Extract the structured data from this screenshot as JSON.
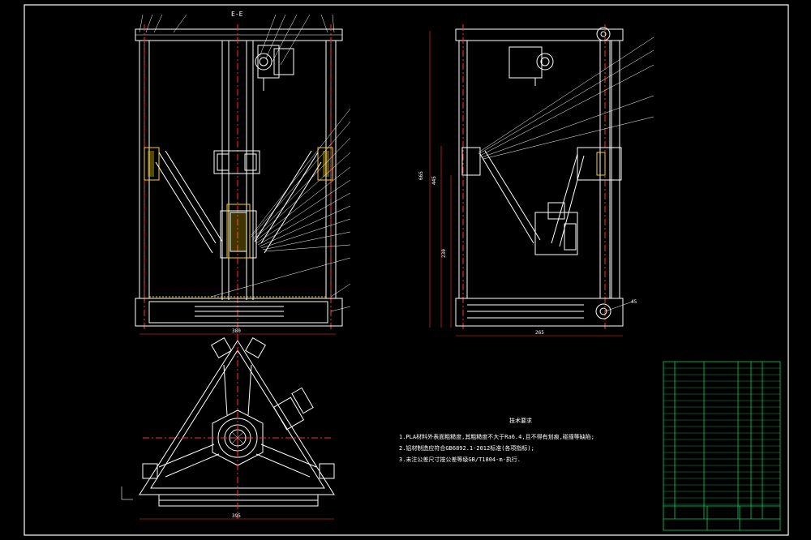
{
  "drawing": {
    "section_label": "E-E",
    "dimensions": {
      "front_width": "380",
      "side_width": "265",
      "top_width": "395",
      "height_total": "665",
      "height_upper": "445",
      "height_lower": "230",
      "angle": "45"
    },
    "tech_requirements": {
      "heading": "技术要求",
      "items": [
        "1.PLA材料外表面粗糙度,其粗糙度不大于Ra6.4,且不得有划痕,碰撞等缺陷;",
        "2.铝材制造应符合GB6892.1-2012标准(各项指标);",
        "3.未注公差尺寸按公差等级GB/T1804-m-执行."
      ]
    }
  },
  "colors": {
    "background": "#000000",
    "frame": "#ffffff",
    "part_lines": "#ffffff",
    "center_lines": "#ff3030",
    "dimension_lines": "#ff3030",
    "hatch": "#ffd000",
    "table_border": "#00d060",
    "leader_labels": "#ffd000"
  }
}
